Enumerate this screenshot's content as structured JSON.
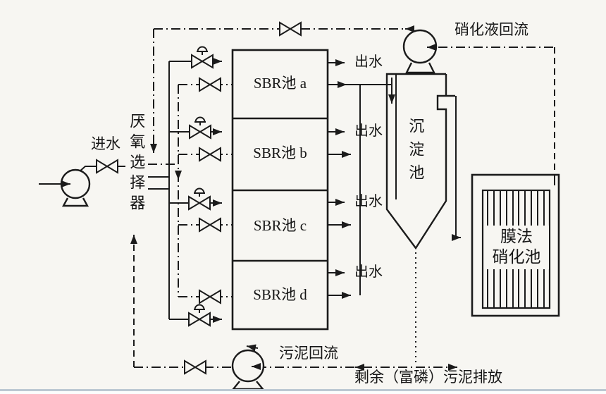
{
  "diagram": {
    "title_domain": "SBR wastewater treatment process flow diagram",
    "labels": {
      "influent": "进水",
      "selector": "厌氧选择器",
      "sbr_tanks": [
        "SBR池 a",
        "SBR池 b",
        "SBR池 c",
        "SBR池 d"
      ],
      "effluent": "出水",
      "settling_tank": "沉淀池",
      "membrane_line1": "膜法",
      "membrane_line2": "硝化池",
      "nitrified_recycle": "硝化液回流",
      "sludge_return": "污泥回流",
      "excess_sludge": "剩余（富磷）污泥排放"
    },
    "colors": {
      "line": "#1b1b1b",
      "background": "#f7f6f2",
      "footer_strip": "#bcc8d2"
    }
  }
}
